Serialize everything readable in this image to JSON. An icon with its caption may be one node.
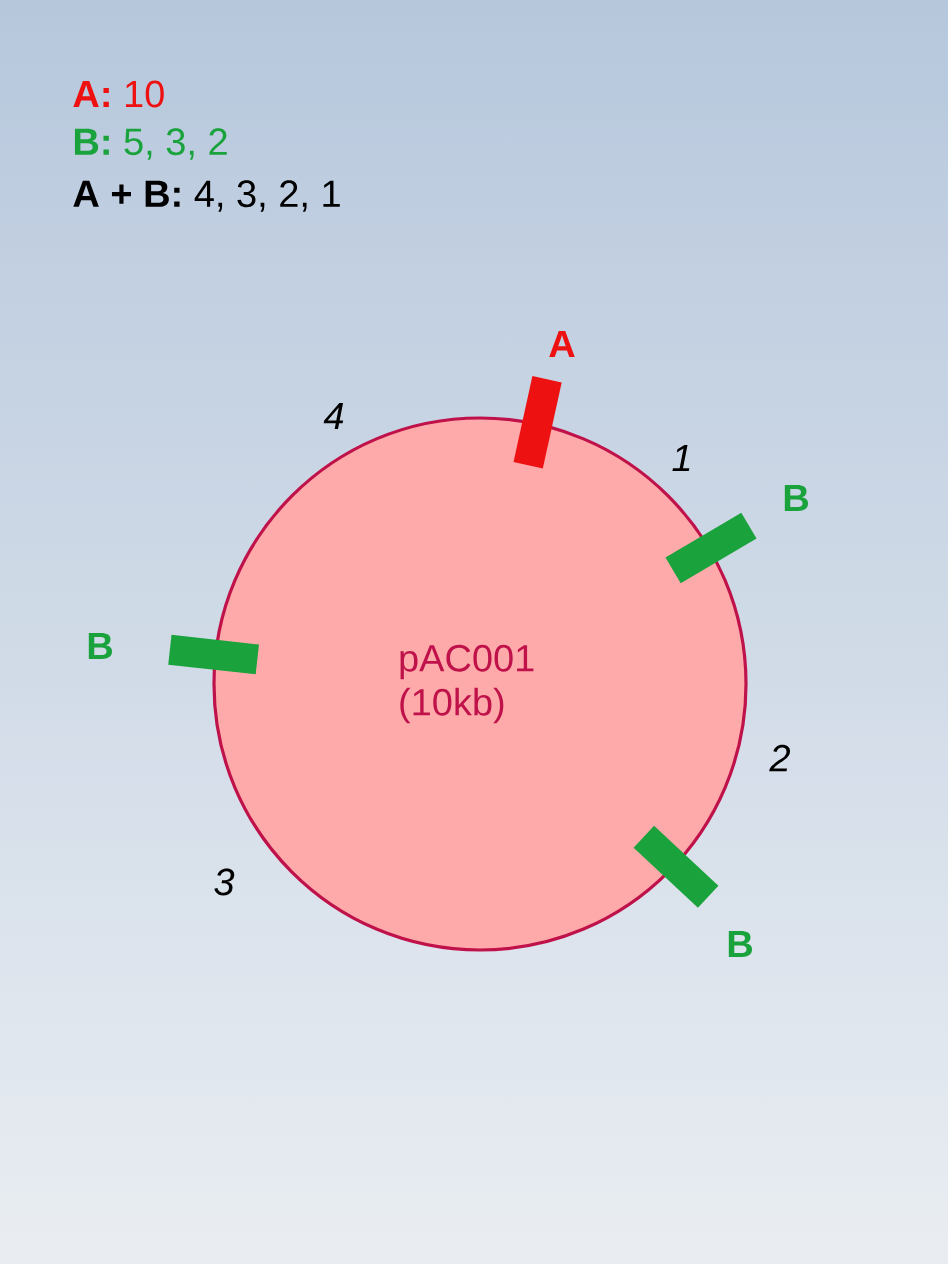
{
  "diagram": {
    "nodes": [
      {
        "text": [
          "pAC001 (10kb)"
        ]
      },
      {
        "text": [
          "A"
        ]
      },
      {
        "text": [
          "B"
        ]
      },
      {
        "text": [
          "B"
        ]
      },
      {
        "text": [
          "B"
        ]
      }
    ],
    "labels": [
      "**A:** 10",
      "**B:** 5, 3, 2",
      "**A + B:** 4, 3, 2, 1",
      "*4*",
      "*1*",
      "*2*",
      "*3*"
    ]
  }
}
